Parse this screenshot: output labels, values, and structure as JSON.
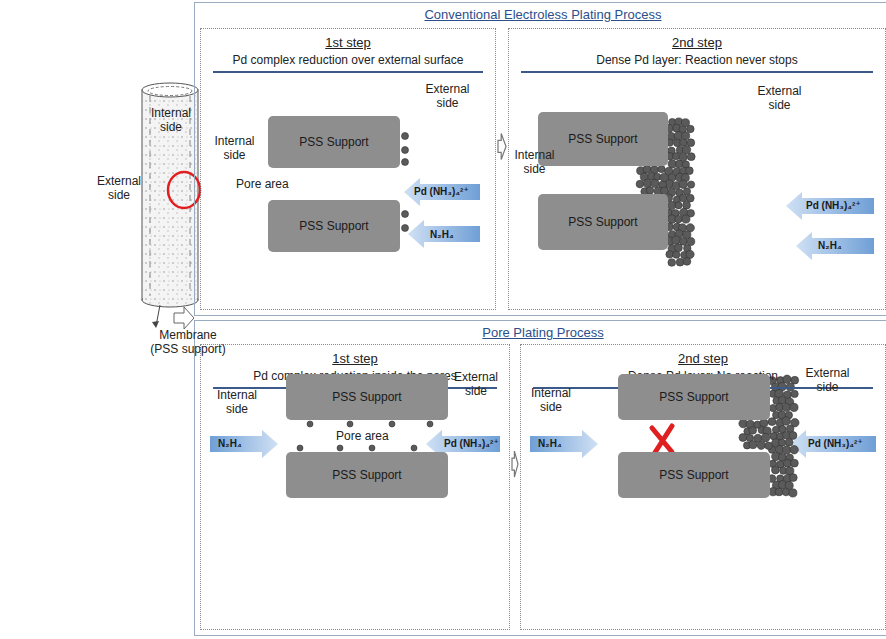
{
  "diagram": {
    "nodes": [
      {
        "text": [
          "Conventional Electroless Plating Process"
        ]
      },
      {
        "text": [
          "1st step",
          "Pd complex reduction over external surface"
        ],
        "in": 0
      },
      {
        "text": [
          "PSS Support"
        ],
        "in": 1
      },
      {
        "text": [
          "PSS Support"
        ],
        "in": 1
      },
      {
        "text": [
          "2nd step",
          "Dense Pd layer: Reaction never stops"
        ],
        "in": 0
      },
      {
        "text": [
          "PSS Support"
        ],
        "in": 4
      },
      {
        "text": [
          "PSS Support"
        ],
        "in": 4
      },
      {
        "text": [
          "Pore Plating Process"
        ]
      },
      {
        "text": [
          "1st step",
          "Pd complex reduction inside the pores"
        ],
        "in": 7
      },
      {
        "text": [
          "PSS Support"
        ],
        "in": 8
      },
      {
        "text": [
          "PSS Support"
        ],
        "in": 8
      },
      {
        "text": [
          "2nd step",
          "Dense Pd layer: No reaction"
        ],
        "in": 7
      },
      {
        "text": [
          "PSS Support"
        ],
        "in": 11
      },
      {
        "text": [
          "PSS Support"
        ],
        "in": 11
      }
    ],
    "edges": [
      {
        "from": 1,
        "to": 4,
        "arrow": "to"
      },
      {
        "from": 8,
        "to": 11,
        "arrow": "to"
      }
    ],
    "labels": [
      "Internal side",
      "External side",
      "Membrane (PSS support)",
      "External side",
      "Internal side",
      "Pore area",
      "Pd (NH₃)₄²⁺",
      "N₂H₄",
      "External side",
      "Internal side",
      "Pd (NH₃)₄²⁺",
      "N₂H₄",
      "Internal side",
      "External side",
      "Pore area",
      "N₂H₄",
      "Pd (NH₃)₄²⁺",
      "Internal side",
      "External side",
      "N₂H₄",
      "Pd (NH₃)₄²⁺"
    ]
  }
}
